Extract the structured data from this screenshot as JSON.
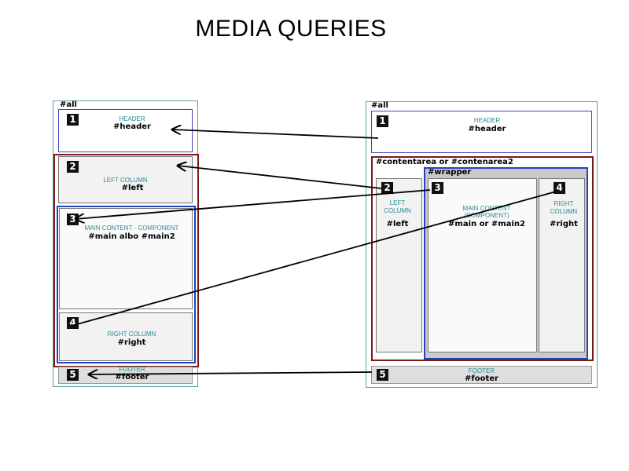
{
  "title": "MEDIA QUERIES",
  "left_layout": {
    "all_tag": "#all",
    "header": {
      "badge": "1",
      "caption": "HEADER",
      "id": "#header"
    },
    "left": {
      "badge": "2",
      "caption": "LEFT COLUMN",
      "id": "#left"
    },
    "main": {
      "badge": "3",
      "caption": "MAIN CONTENT - COMPONENT",
      "id": "#main albo #main2"
    },
    "right": {
      "badge": "4",
      "caption": "RIGHT COLUMN",
      "id": "#right"
    },
    "footer": {
      "badge": "5",
      "caption": "FOOTER",
      "id": "#footer"
    }
  },
  "right_layout": {
    "all_tag": "#all",
    "contentarea_tag": "#contentarea or #contenarea2",
    "wrapper_tag": "#wrapper",
    "header": {
      "badge": "1",
      "caption": "HEADER",
      "id": "#header"
    },
    "left": {
      "badge": "2",
      "caption_line1": "LEFT",
      "caption_line2": "COLUMN",
      "id": "#left"
    },
    "main": {
      "badge": "3",
      "caption_line1": "MAIN CONTENT",
      "caption_line2": "(COMPONENT)",
      "id": "#main or #main2"
    },
    "right": {
      "badge": "4",
      "caption_line1": "RIGHT",
      "caption_line2": "COLUMN",
      "id": "#right"
    },
    "footer": {
      "badge": "5",
      "caption": "FOOTER",
      "id": "#footer"
    }
  },
  "colors": {
    "caption": "#2a8c91",
    "wrapper_border": "#2244bb",
    "contentarea_border": "#7a1a1a",
    "all_border": "#5a9fa3"
  }
}
